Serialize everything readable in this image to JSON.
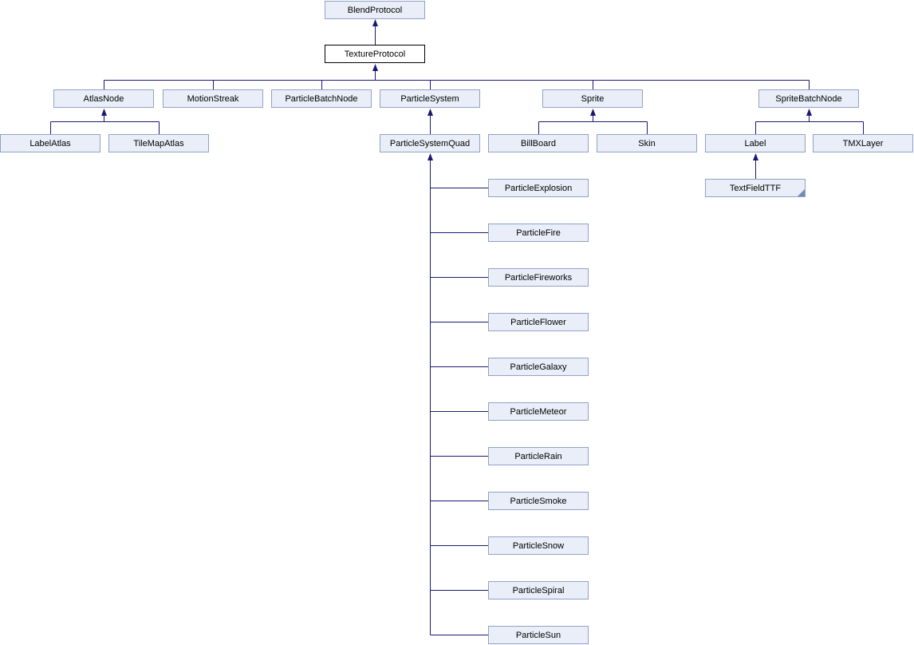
{
  "diagram": {
    "kind": "class-inheritance-graph",
    "nodes": [
      {
        "label": "BlendProtocol"
      },
      {
        "label": "TextureProtocol",
        "current": true
      },
      {
        "label": "AtlasNode"
      },
      {
        "label": "MotionStreak"
      },
      {
        "label": "ParticleBatchNode"
      },
      {
        "label": "ParticleSystem"
      },
      {
        "label": "Sprite"
      },
      {
        "label": "SpriteBatchNode"
      },
      {
        "label": "LabelAtlas"
      },
      {
        "label": "TileMapAtlas"
      },
      {
        "label": "ParticleSystemQuad"
      },
      {
        "label": "BillBoard"
      },
      {
        "label": "Skin"
      },
      {
        "label": "Label"
      },
      {
        "label": "TMXLayer"
      },
      {
        "label": "TextFieldTTF",
        "truncated": true
      },
      {
        "label": "ParticleExplosion"
      },
      {
        "label": "ParticleFire"
      },
      {
        "label": "ParticleFireworks"
      },
      {
        "label": "ParticleFlower"
      },
      {
        "label": "ParticleGalaxy"
      },
      {
        "label": "ParticleMeteor"
      },
      {
        "label": "ParticleRain"
      },
      {
        "label": "ParticleSmoke"
      },
      {
        "label": "ParticleSnow"
      },
      {
        "label": "ParticleSpiral"
      },
      {
        "label": "ParticleSun"
      }
    ],
    "edges": [
      {
        "child": "TextureProtocol",
        "parent": "BlendProtocol"
      },
      {
        "child": "AtlasNode",
        "parent": "TextureProtocol"
      },
      {
        "child": "MotionStreak",
        "parent": "TextureProtocol"
      },
      {
        "child": "ParticleBatchNode",
        "parent": "TextureProtocol"
      },
      {
        "child": "ParticleSystem",
        "parent": "TextureProtocol"
      },
      {
        "child": "Sprite",
        "parent": "TextureProtocol"
      },
      {
        "child": "SpriteBatchNode",
        "parent": "TextureProtocol"
      },
      {
        "child": "LabelAtlas",
        "parent": "AtlasNode"
      },
      {
        "child": "TileMapAtlas",
        "parent": "AtlasNode"
      },
      {
        "child": "ParticleSystemQuad",
        "parent": "ParticleSystem"
      },
      {
        "child": "BillBoard",
        "parent": "Sprite"
      },
      {
        "child": "Skin",
        "parent": "Sprite"
      },
      {
        "child": "Label",
        "parent": "SpriteBatchNode"
      },
      {
        "child": "TMXLayer",
        "parent": "SpriteBatchNode"
      },
      {
        "child": "TextFieldTTF",
        "parent": "Label"
      },
      {
        "child": "ParticleExplosion",
        "parent": "ParticleSystemQuad"
      },
      {
        "child": "ParticleFire",
        "parent": "ParticleSystemQuad"
      },
      {
        "child": "ParticleFireworks",
        "parent": "ParticleSystemQuad"
      },
      {
        "child": "ParticleFlower",
        "parent": "ParticleSystemQuad"
      },
      {
        "child": "ParticleGalaxy",
        "parent": "ParticleSystemQuad"
      },
      {
        "child": "ParticleMeteor",
        "parent": "ParticleSystemQuad"
      },
      {
        "child": "ParticleRain",
        "parent": "ParticleSystemQuad"
      },
      {
        "child": "ParticleSmoke",
        "parent": "ParticleSystemQuad"
      },
      {
        "child": "ParticleSnow",
        "parent": "ParticleSystemQuad"
      },
      {
        "child": "ParticleSpiral",
        "parent": "ParticleSystemQuad"
      },
      {
        "child": "ParticleSun",
        "parent": "ParticleSystemQuad"
      }
    ],
    "colors": {
      "background": "#FFFFFF",
      "node_fill": "#E9EEF8",
      "node_border": "#93A1C6",
      "current_node_fill": "#FFFFFF",
      "current_node_border": "#000000",
      "edge": "#191970",
      "text": "#000000",
      "truncated_fold": "#7688B8"
    }
  }
}
